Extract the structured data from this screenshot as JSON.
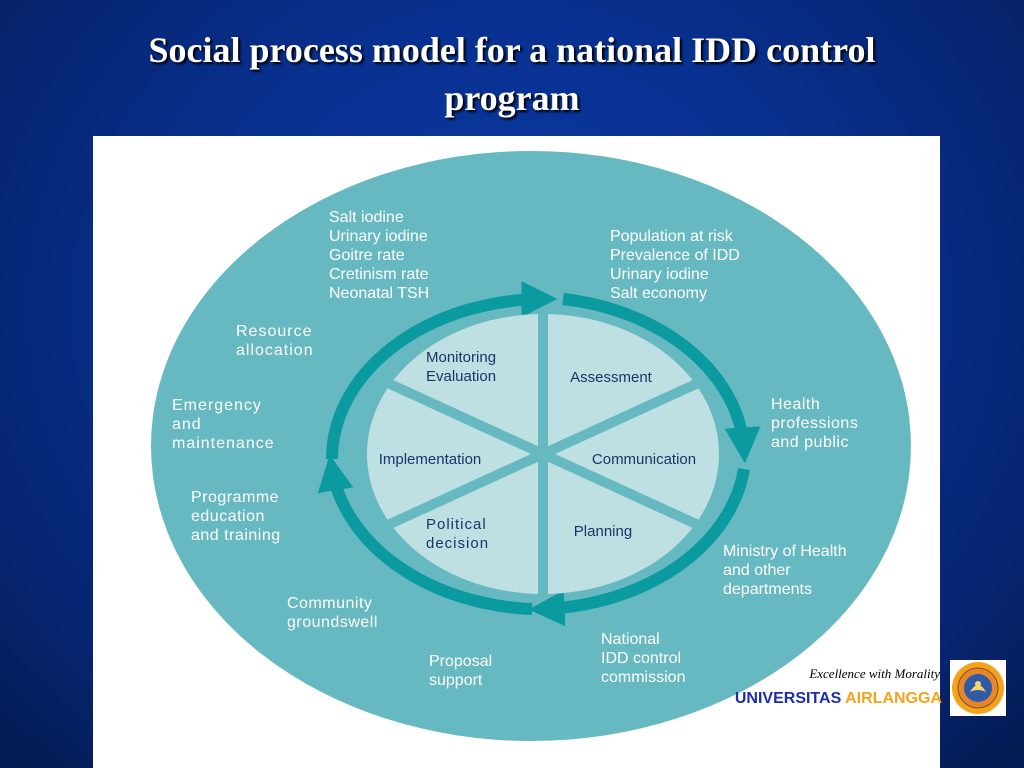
{
  "slide": {
    "title_line1": "Social process model for a national IDD control",
    "title_line2": "program"
  },
  "colors": {
    "background": "#08308f",
    "ellipse": "#66b9c0",
    "ring_arrow": "#0a9aa0",
    "wheel_fill": "#bfe0e2",
    "spokes": "#66b9c0"
  },
  "wheel": {
    "segments": [
      "Monitoring\nEvaluation",
      "Assessment",
      "Communication",
      "Planning",
      "Political\ndecision",
      "Implementation"
    ]
  },
  "outer_labels": [
    {
      "id": "top-left",
      "lines": [
        "Salt   iodine",
        "Urinary iodine",
        "Goitre rate",
        "Cretinism rate",
        "Neonatal TSH"
      ]
    },
    {
      "id": "top-right",
      "lines": [
        "Population at risk",
        "Prevalence of IDD",
        "Urinary iodine",
        "Salt economy"
      ]
    },
    {
      "id": "resource",
      "lines": [
        "Resource",
        "allocation"
      ]
    },
    {
      "id": "emergency",
      "lines": [
        "Emergency",
        "and",
        "maintenance"
      ]
    },
    {
      "id": "programme",
      "lines": [
        "Programme",
        "education",
        "and training"
      ]
    },
    {
      "id": "community",
      "lines": [
        "Community",
        "groundswell"
      ]
    },
    {
      "id": "proposal",
      "lines": [
        "Proposal",
        "support"
      ]
    },
    {
      "id": "national",
      "lines": [
        "National",
        "IDD control",
        "commission"
      ]
    },
    {
      "id": "ministry",
      "lines": [
        "Ministry of Health",
        "and other",
        "departments"
      ]
    },
    {
      "id": "health",
      "lines": [
        "Health",
        "professions",
        "and  public"
      ]
    }
  ],
  "branding": {
    "motto": "Excellence with Morality",
    "name_part1": "UNIVERSITAS",
    "name_part2": "AIRLANGGA",
    "logo_icon": "university-seal"
  }
}
